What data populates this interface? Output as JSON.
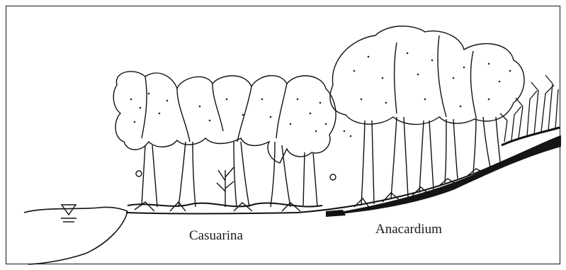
{
  "labels": {
    "left_stand": "Casuarina",
    "right_stand": "Anacardium"
  },
  "symbols": {
    "water_level": "water-level-triangle"
  },
  "colors": {
    "ink": "#111111",
    "frame": "#333333",
    "paper": "#ffffff"
  }
}
